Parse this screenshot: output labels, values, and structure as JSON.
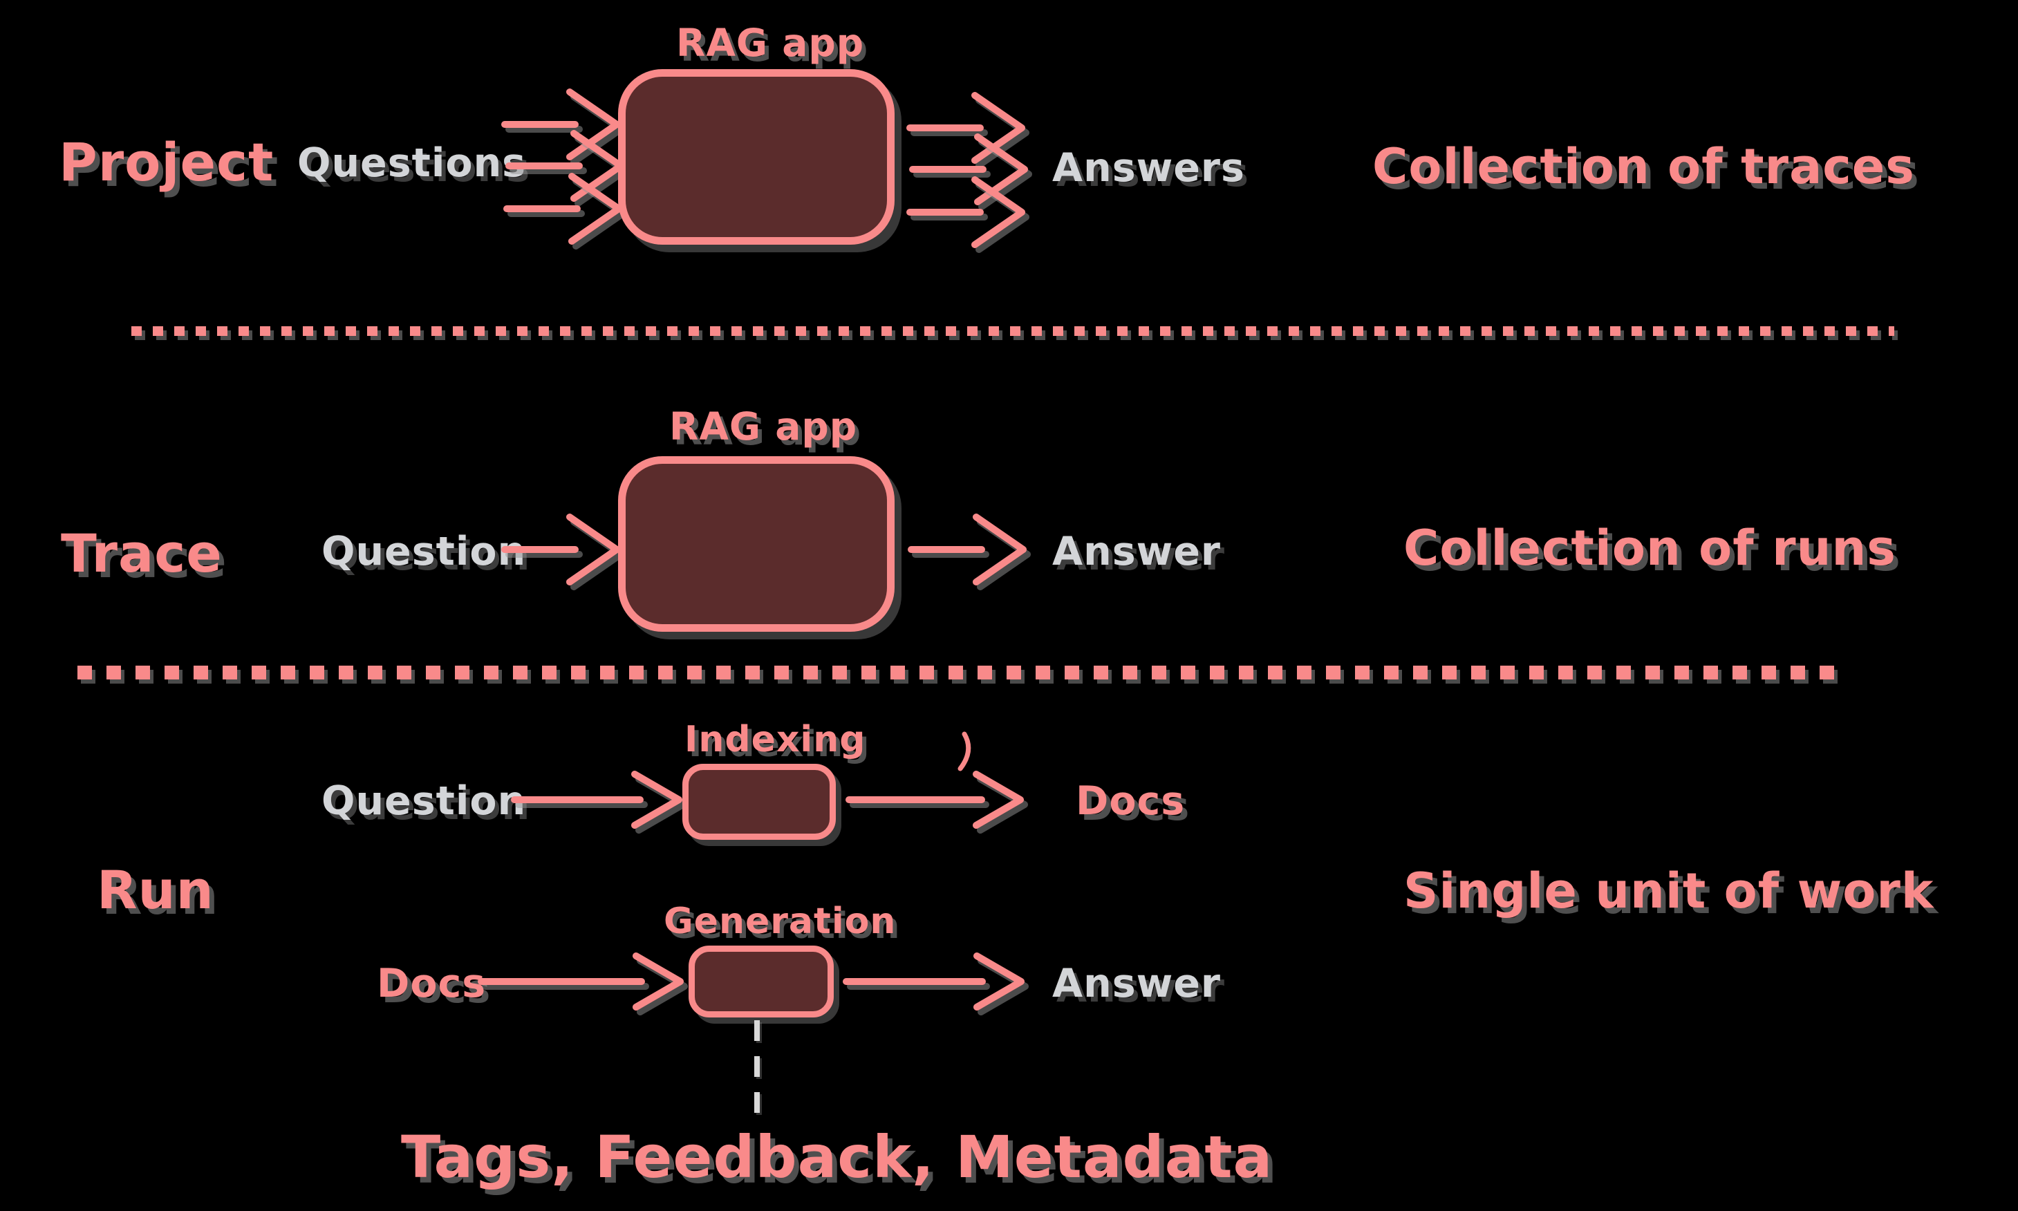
{
  "colors": {
    "accent": "#f98a8a",
    "muted": "#d3d5d8",
    "box_fill": "#5b2c2c",
    "shadow": "#8f8f8f",
    "background": "#000000",
    "dash_light": "#d9d9d9"
  },
  "sections": {
    "project": {
      "title": "Project",
      "input_label": "Questions",
      "box_label": "RAG app",
      "output_label": "Answers",
      "note": "Collection of traces"
    },
    "trace": {
      "title": "Trace",
      "input_label": "Question",
      "box_label": "RAG app",
      "output_label": "Answer",
      "note": "Collection of runs"
    },
    "run": {
      "title": "Run",
      "note": "Single unit of work",
      "steps": {
        "indexing": {
          "input_label": "Question",
          "box_label": "Indexing",
          "output_label": "Docs"
        },
        "generation": {
          "input_label": "Docs",
          "box_label": "Generation",
          "output_label": "Answer"
        }
      },
      "annotation": "Tags, Feedback, Metadata"
    }
  }
}
